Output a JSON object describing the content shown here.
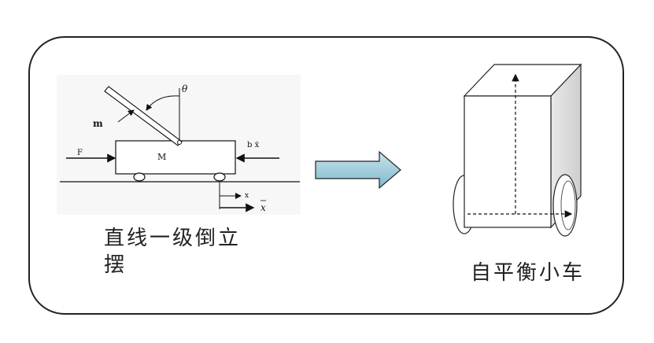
{
  "left_caption": "直线一级倒立摆",
  "right_caption": "自平衡小车",
  "pendulum_labels": {
    "mass": "m",
    "angle": "θ",
    "force": "F",
    "cart_mass": "M",
    "friction": "b ẋ",
    "position_axis": "x",
    "position_var": "x"
  }
}
